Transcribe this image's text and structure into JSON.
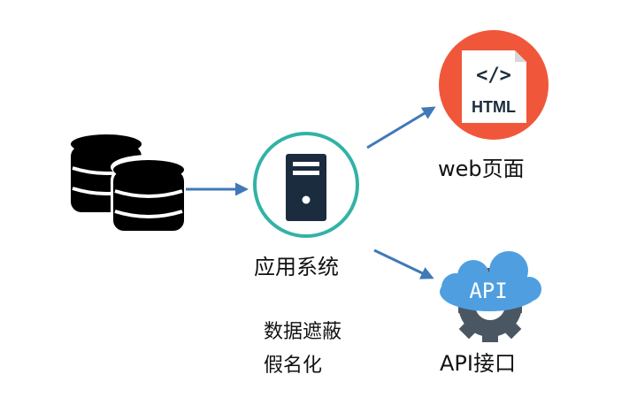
{
  "diagram": {
    "nodes": {
      "app_system": {
        "label": "应用系统"
      },
      "web_page": {
        "label": "web页面",
        "icon_text": "HTML",
        "icon_glyph": "</>"
      },
      "api": {
        "label": "API接口",
        "icon_text": "API"
      }
    },
    "notes": [
      "数据遮蔽",
      "假名化"
    ],
    "colors": {
      "arrow": "#3f79b8",
      "server_ring": "#31b3a6",
      "server_icon": "#1a2c3d",
      "html_badge": "#f0573a",
      "api_cloud": "#4f9fe0",
      "gear": "#4a5662",
      "database": "#000000"
    }
  }
}
